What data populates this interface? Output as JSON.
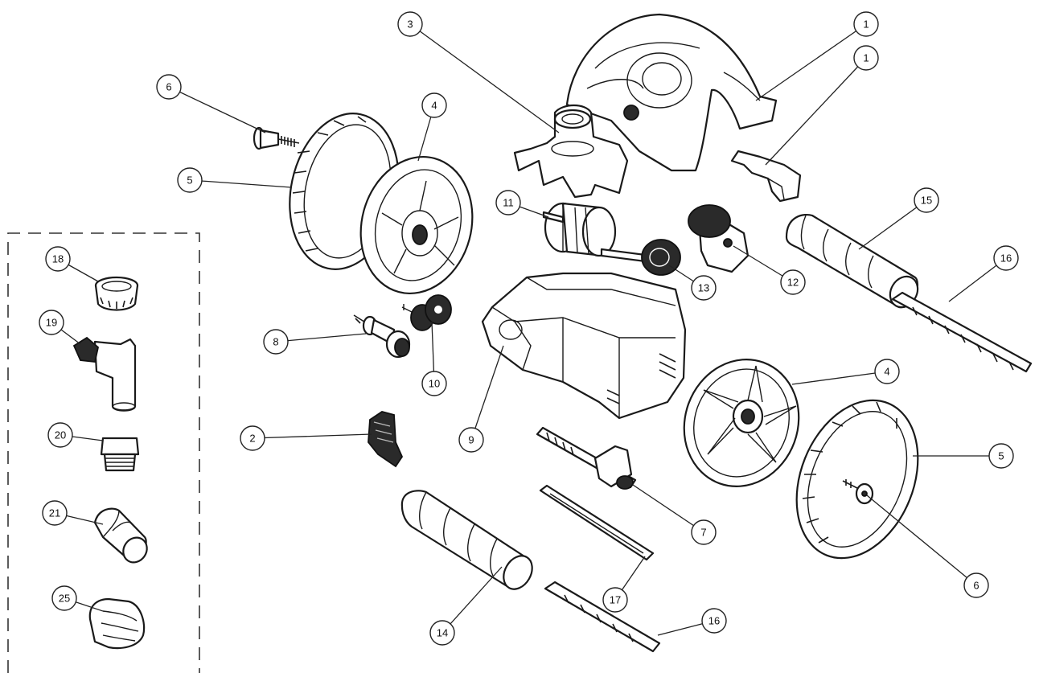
{
  "callouts": [
    {
      "label": "1"
    },
    {
      "label": "1"
    },
    {
      "label": "3"
    },
    {
      "label": "6"
    },
    {
      "label": "4"
    },
    {
      "label": "5"
    },
    {
      "label": "11"
    },
    {
      "label": "15"
    },
    {
      "label": "12"
    },
    {
      "label": "16"
    },
    {
      "label": "13"
    },
    {
      "label": "18"
    },
    {
      "label": "19"
    },
    {
      "label": "8"
    },
    {
      "label": "10"
    },
    {
      "label": "9"
    },
    {
      "label": "4"
    },
    {
      "label": "20"
    },
    {
      "label": "2"
    },
    {
      "label": "5"
    },
    {
      "label": "7"
    },
    {
      "label": "21"
    },
    {
      "label": "17"
    },
    {
      "label": "6"
    },
    {
      "label": "25"
    },
    {
      "label": "14"
    },
    {
      "label": "16"
    }
  ]
}
